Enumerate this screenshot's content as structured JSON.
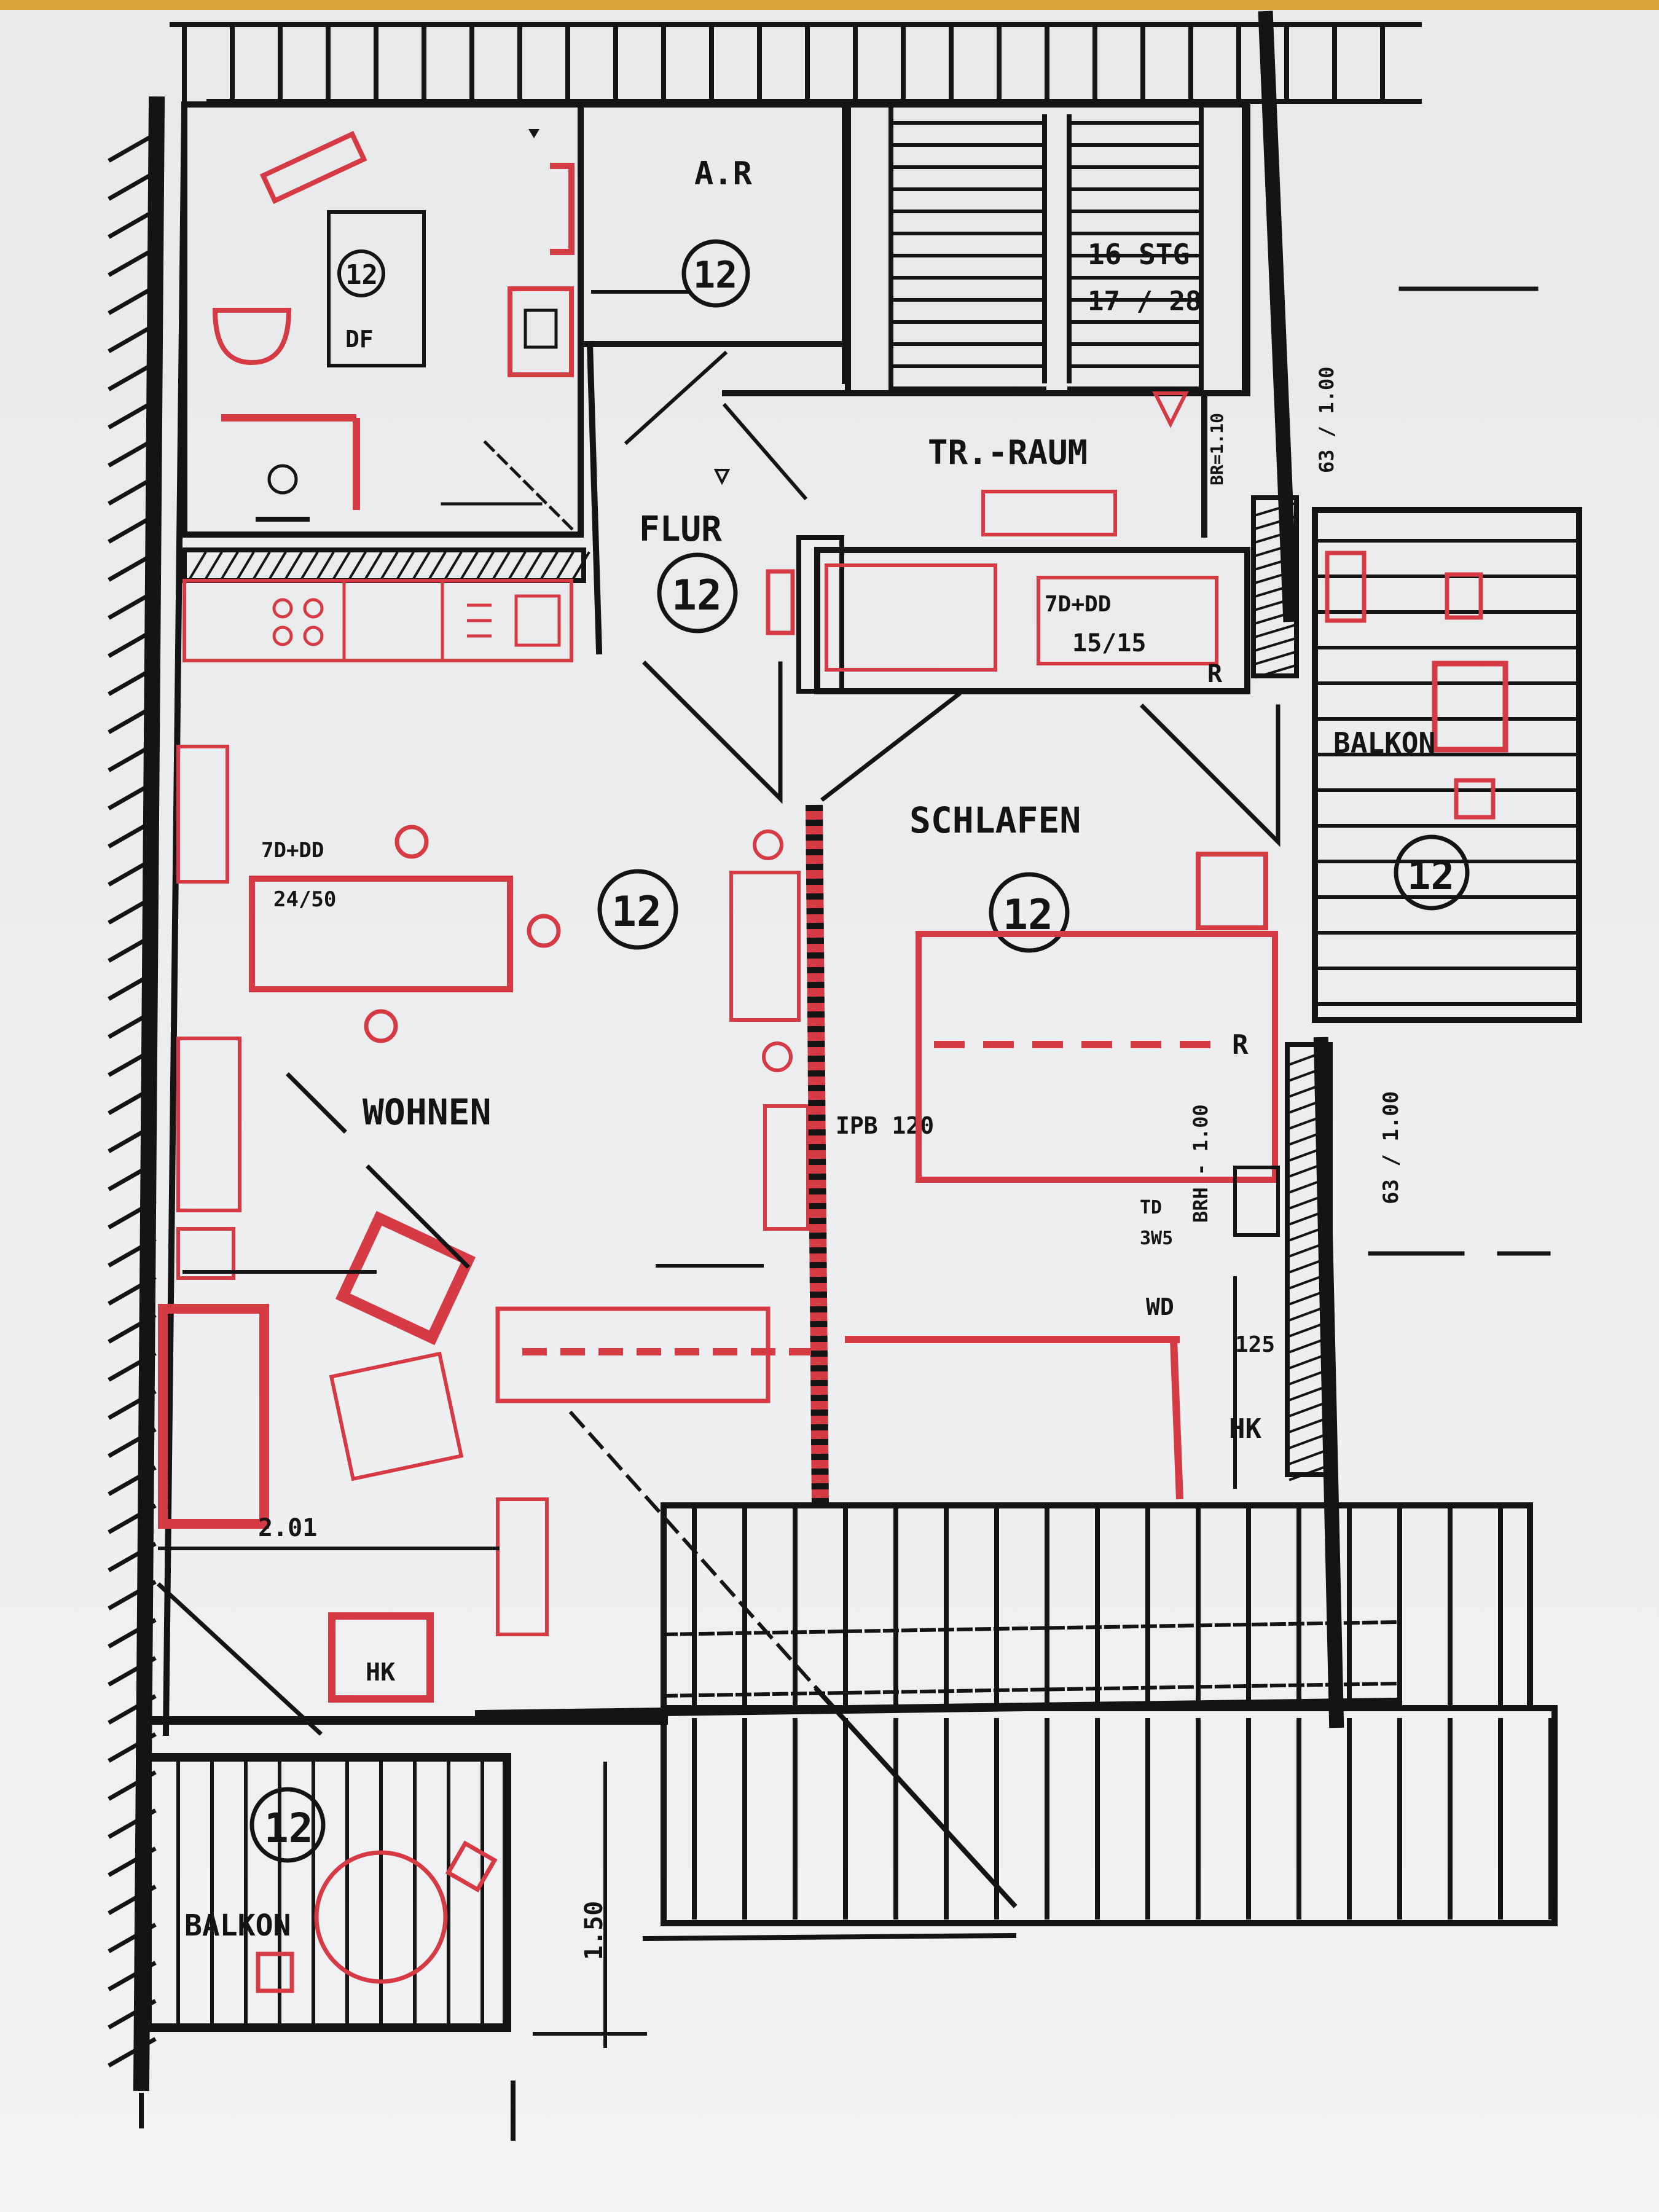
{
  "colors": {
    "ink": "#141414",
    "red_ink": "#d63a45",
    "paper": "#eef0f1",
    "top_edge": "#d9a53a"
  },
  "rooms": {
    "bath": {
      "code": "DF",
      "number": "12"
    },
    "storage": {
      "code": "A.R",
      "number": "12"
    },
    "stairs": {
      "label": "16 STG",
      "dims": "17 / 28"
    },
    "drying_room": {
      "label": "TR.-RAUM"
    },
    "hallway": {
      "label": "FLUR",
      "number": "12"
    },
    "living": {
      "label": "WOHNEN",
      "number": "12"
    },
    "bedroom": {
      "label": "SCHLAFEN",
      "number": "12"
    },
    "balcony_right": {
      "label": "BALKON",
      "number": "12"
    },
    "balcony_left": {
      "label": "BALKON",
      "number": "12"
    }
  },
  "annotations": {
    "window_living": "7D+DD",
    "window_living_dims": "24/50",
    "window_bedroom": "7D+DD",
    "window_bedroom_dims": "15/15",
    "wall_note": "IPB 120",
    "window_dims": "63 / 1.00",
    "brh": "BRH - 1.00",
    "dim_2_01": "2.01",
    "dim_1_50": "1.50",
    "hk_living": "HK",
    "hk_bedroom": "HK",
    "wd": "WD",
    "wd_value": "125",
    "td_small": "TD",
    "td_small_dims": "3W5",
    "r_mark": "R",
    "r_mark_2": "R",
    "br_small": "BR=1.10"
  }
}
